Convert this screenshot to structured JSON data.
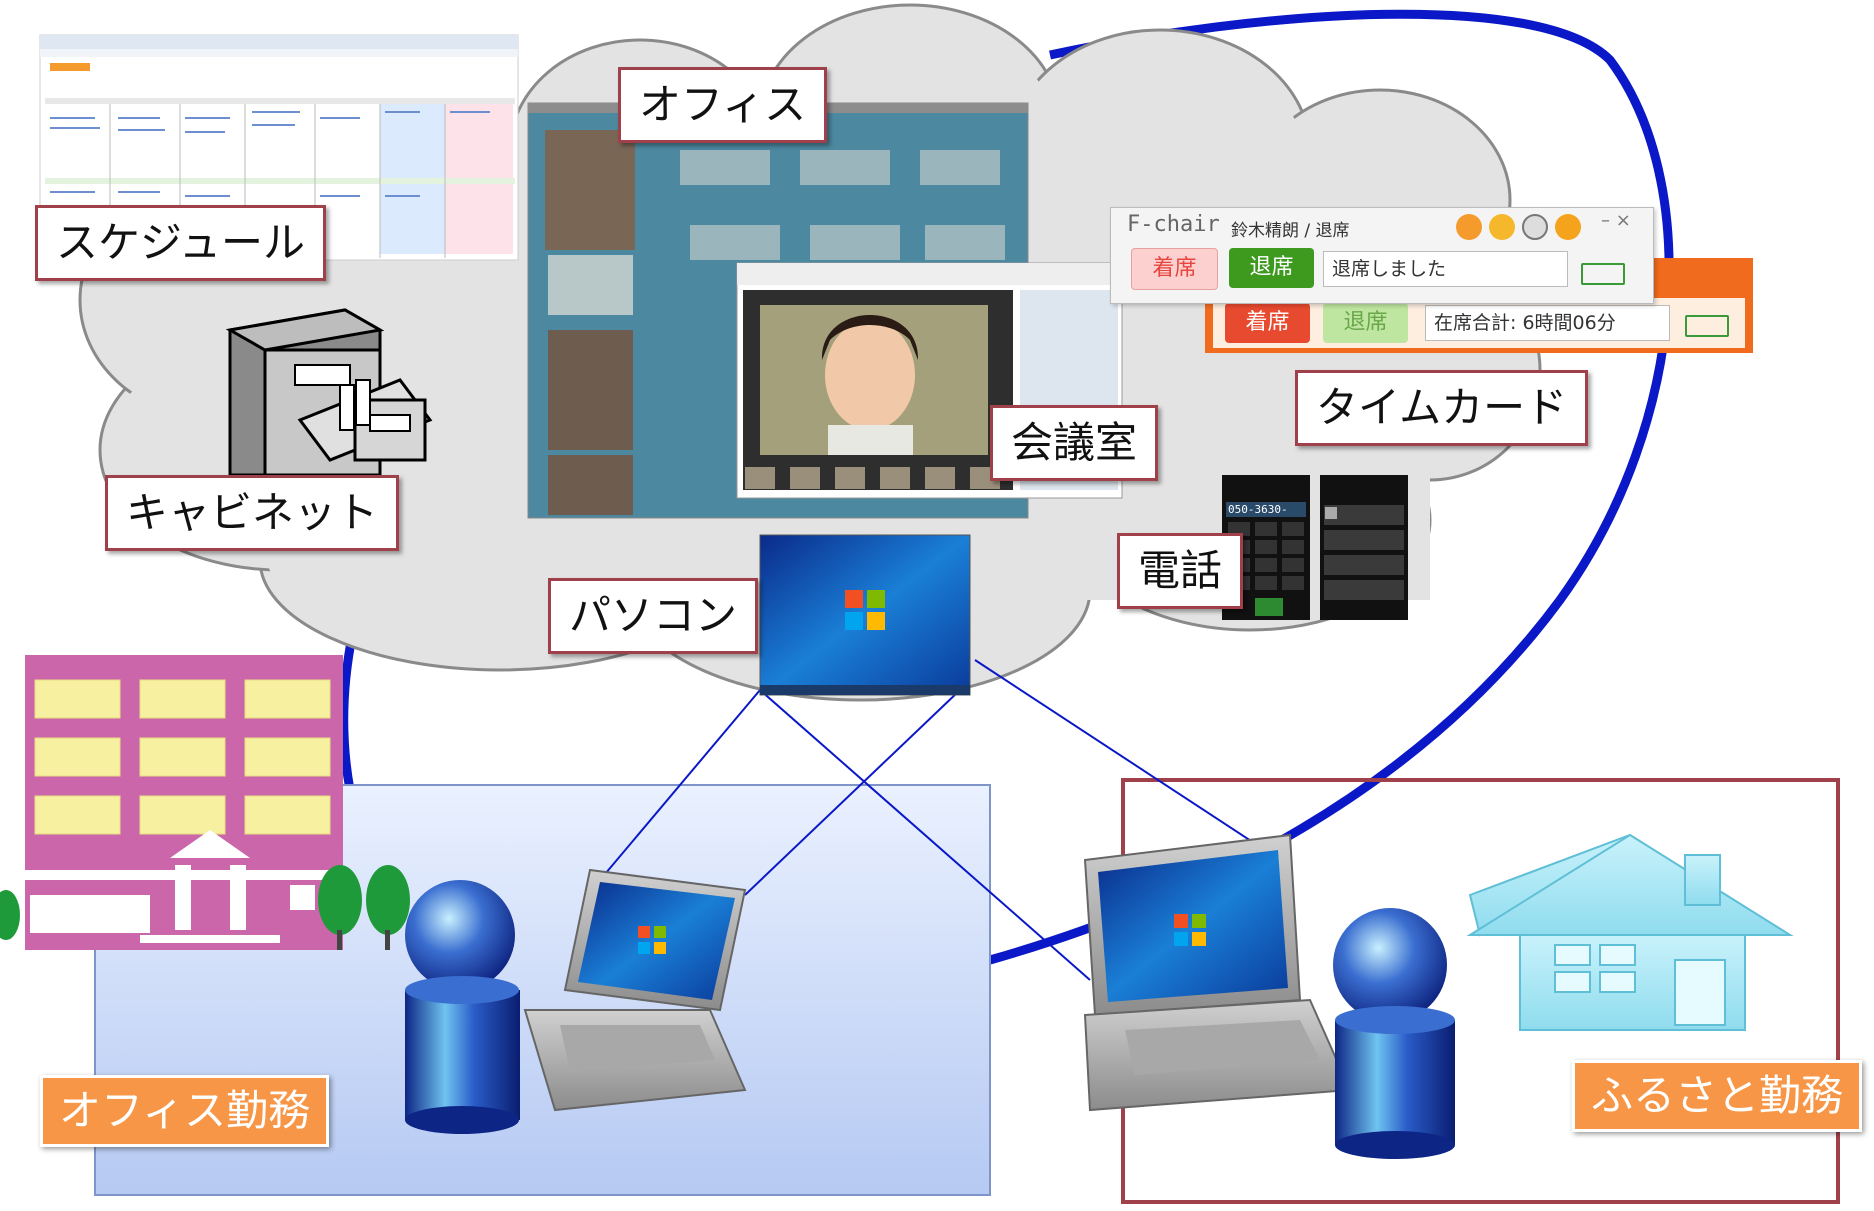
{
  "labels": {
    "schedule": "スケジュール",
    "cabinet": "キャビネット",
    "office": "オフィス",
    "meeting_room": "会議室",
    "timecard": "タイムカード",
    "phone": "電話",
    "pc": "パソコン",
    "office_work": "オフィス勤務",
    "hometown_work": "ふるさと勤務"
  },
  "fchair": {
    "app_name": "F-chair",
    "user": "鈴木精朗 / 退席",
    "btn_present": "着席",
    "btn_away": "退席",
    "status_message": "退席しました",
    "total_time": "在席合計: 6時間06分"
  },
  "phone_screen": {
    "number": "050-3630-"
  },
  "colors": {
    "cloud": "#e3e3e3",
    "cloud_outline": "#8a8a8a",
    "network_line": "#0a18c8",
    "label_border": "#a0404a",
    "orange_label": "#f79646",
    "building": "#cc66aa",
    "house": "#a6e6f5",
    "office_area_top": "#e8f0ff",
    "office_area_bottom": "#b8ccf4",
    "person": "#1f3fa8"
  }
}
